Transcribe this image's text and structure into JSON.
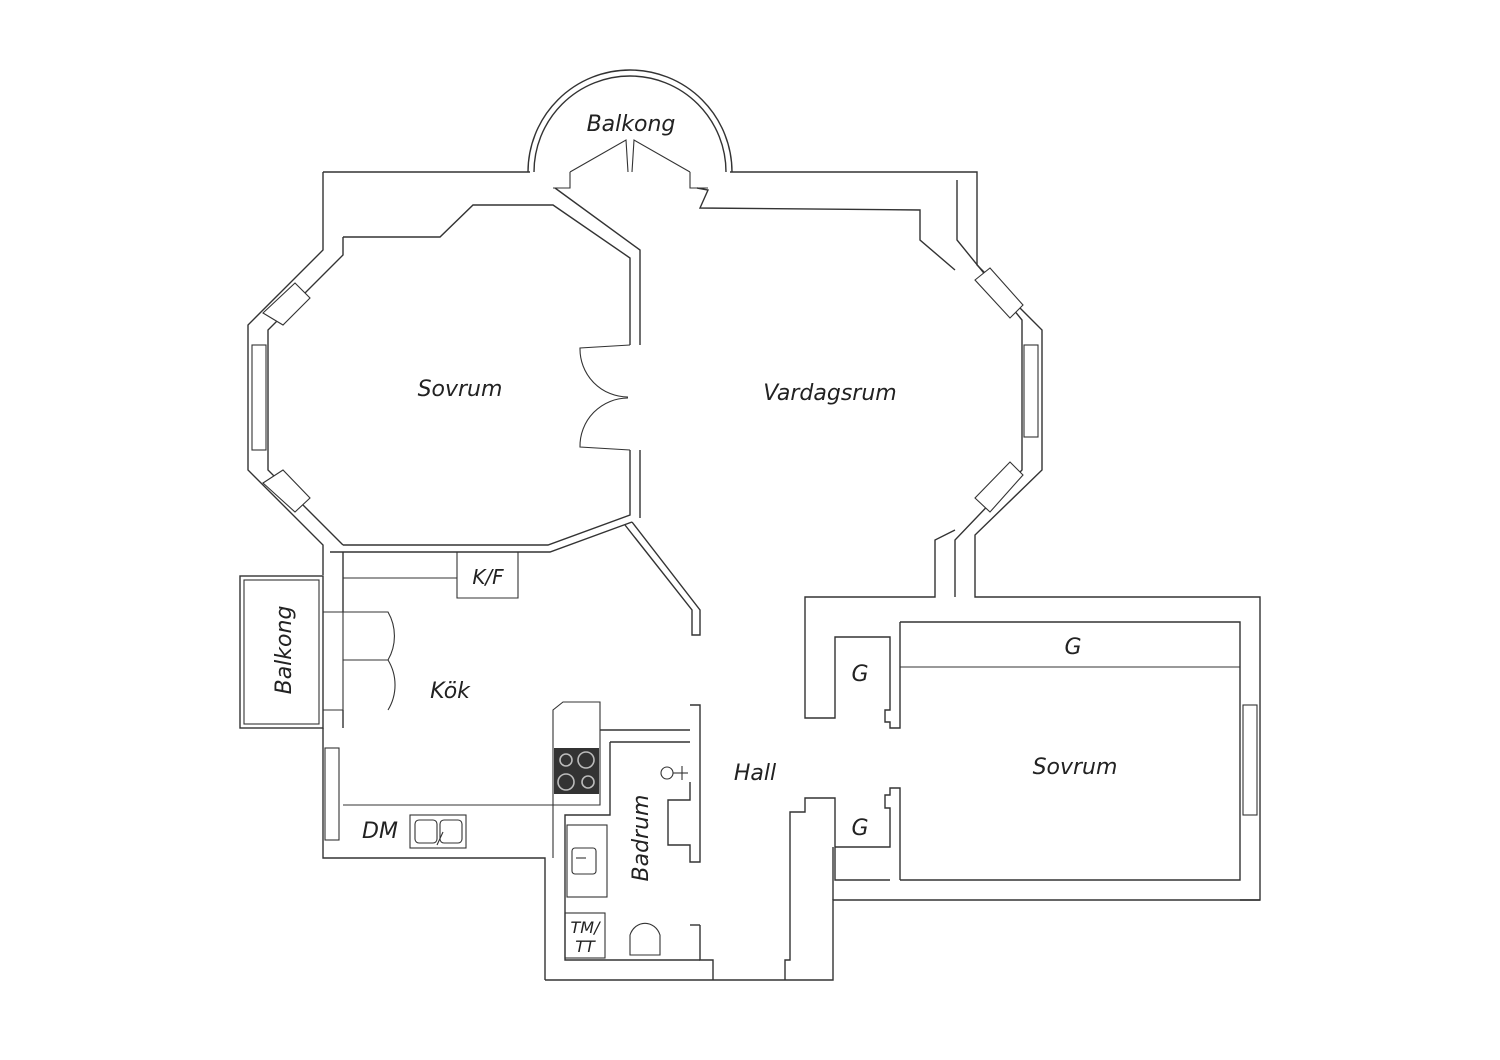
{
  "rooms": {
    "balkong_top": "Balkong",
    "sovrum_1": "Sovrum",
    "vardagsrum": "Vardagsrum",
    "kf": "K/F",
    "balkong_left": "Balkong",
    "kok": "Kök",
    "hall": "Hall",
    "badrum": "Badrum",
    "dm": "DM",
    "tmtt_line1": "TM/",
    "tmtt_line2": "TT",
    "sovrum_2": "Sovrum",
    "garderob_top": "G",
    "garderob_hall_1": "G",
    "garderob_hall_2": "G"
  },
  "colors": {
    "wall": "#333333",
    "stove": "#333333",
    "background": "#ffffff"
  }
}
